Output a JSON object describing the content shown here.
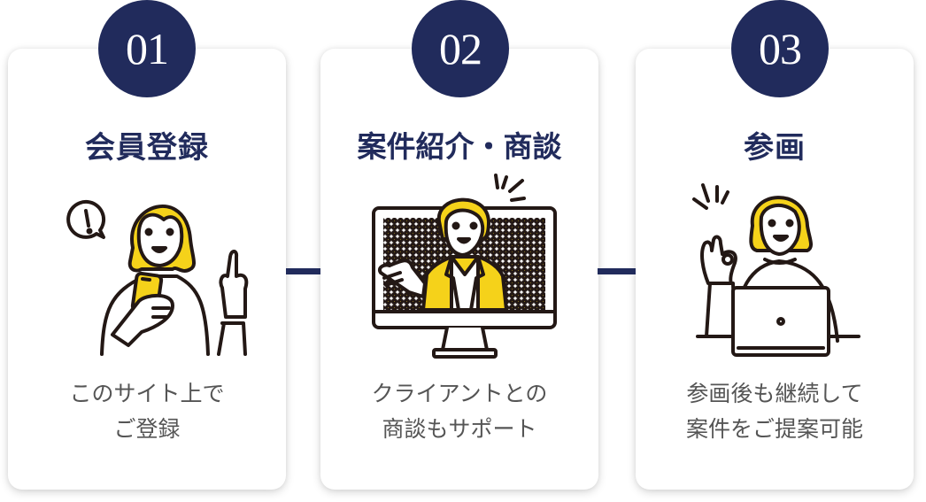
{
  "colors": {
    "navy": "#212b5c",
    "accent_yellow": "#f5d21a",
    "text_gray": "#555555",
    "line_dark": "#231815",
    "card_bg": "#ffffff"
  },
  "steps": [
    {
      "number": "01",
      "title": "会員登録",
      "description_lines": [
        "このサイト上で",
        "ご登録"
      ],
      "illustration": "woman-with-smartphone-pointing-up-exclamation-bubble"
    },
    {
      "number": "02",
      "title": "案件紹介・商談",
      "description_lines": [
        "クライアントとの",
        "商談もサポート"
      ],
      "illustration": "woman-in-yellow-jacket-on-monitor-screen"
    },
    {
      "number": "03",
      "title": "参画",
      "description_lines": [
        "参画後も継続して",
        "案件をご提案可能"
      ],
      "illustration": "woman-with-laptop-ok-sign"
    }
  ]
}
